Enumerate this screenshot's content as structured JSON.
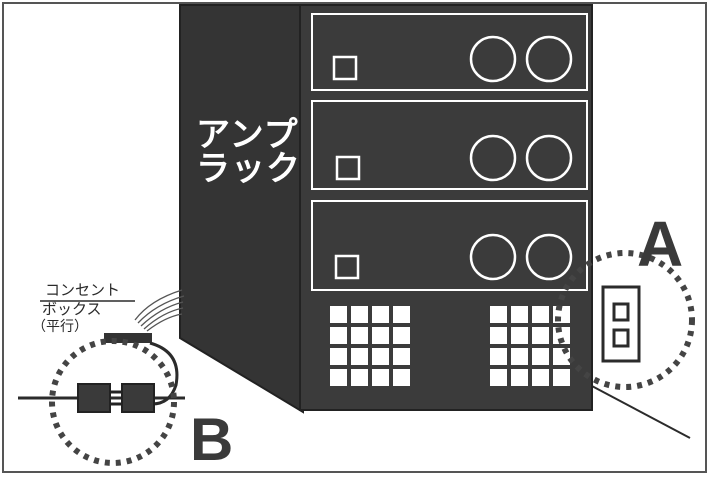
{
  "labels": {
    "amp_rack_line1": "アンプ",
    "amp_rack_line2": "ラック",
    "outlet_line1": "コンセント",
    "outlet_line2": "ボックス",
    "outlet_line3": "（平行）",
    "marker_a": "A",
    "marker_b": "B"
  },
  "colors": {
    "rack_fill": "#3b3b3b",
    "rack_side": "#333333",
    "line": "#2b2b2b",
    "background": "#ffffff"
  }
}
